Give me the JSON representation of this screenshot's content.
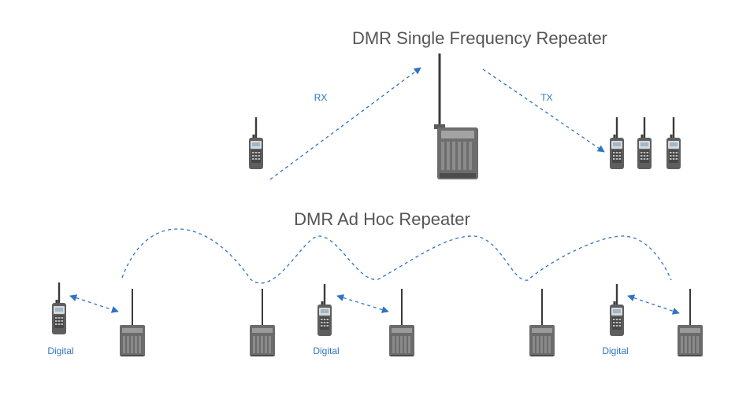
{
  "top_section": {
    "title": "DMR Single Frequency Repeater",
    "rx_label": "RX",
    "tx_label": "TX"
  },
  "bottom_section": {
    "title": "DMR Ad Hoc Repeater",
    "digital_labels": [
      "Digital",
      "Digital",
      "Digital"
    ]
  },
  "colors": {
    "link": "#2f73c4",
    "title_text": "#555555",
    "device_body": "#6b6b6b",
    "repeater_grille": "#8a8a8a"
  }
}
